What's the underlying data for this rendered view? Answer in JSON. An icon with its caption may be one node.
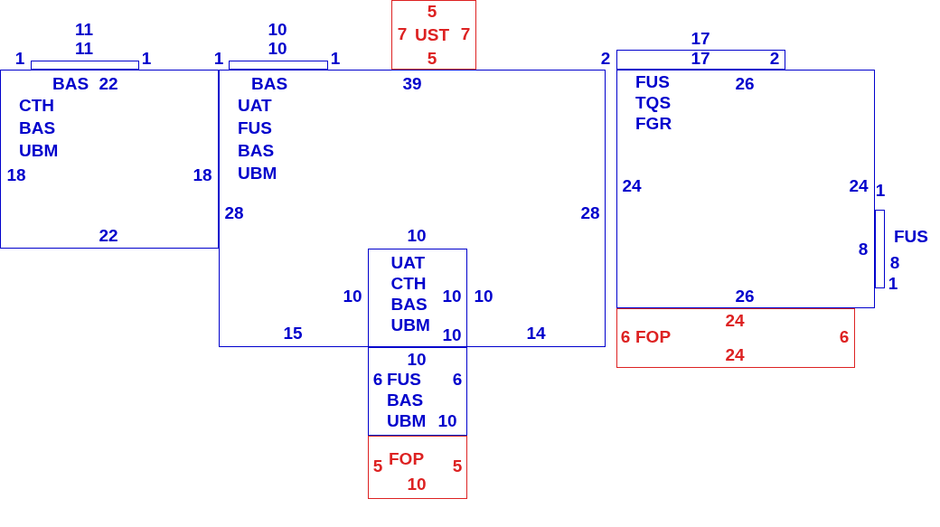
{
  "diagram": {
    "nodes": [
      {
        "text": [
          "UST"
        ]
      },
      {
        "text": [],
        "shape": "box"
      },
      {
        "text": [],
        "shape": "box"
      },
      {
        "text": [],
        "shape": "box"
      },
      {
        "text": [
          "CTH",
          "BAS",
          "UBM"
        ]
      },
      {
        "text": [
          "UAT",
          "FUS",
          "BAS",
          "UBM"
        ]
      },
      {
        "text": [
          "FUS",
          "TQS",
          "FGR"
        ]
      },
      {
        "text": [
          "FUS"
        ]
      },
      {
        "text": [
          "UAT",
          "CTH",
          "BAS",
          "UBM"
        ],
        "in": 5
      },
      {
        "text": [
          "FOP"
        ]
      },
      {
        "text": [
          "FUS",
          "BAS",
          "UBM"
        ]
      },
      {
        "text": [
          "FOP"
        ]
      }
    ],
    "labels": [
      "1",
      "11",
      "11",
      "1",
      "1",
      "10",
      "10",
      "1",
      "7",
      "5",
      "5",
      "7",
      "2",
      "17",
      "17",
      "2",
      "BAS",
      "22",
      "BAS",
      "39",
      "26",
      "18",
      "18",
      "24",
      "24",
      "1",
      "28",
      "28",
      "22",
      "10",
      "8",
      "8",
      "10",
      "10",
      "10",
      "26",
      "1",
      "15",
      "10",
      "14",
      "6",
      "24",
      "6",
      "10",
      "24",
      "6",
      "6",
      "10",
      "5",
      "10",
      "5"
    ]
  }
}
